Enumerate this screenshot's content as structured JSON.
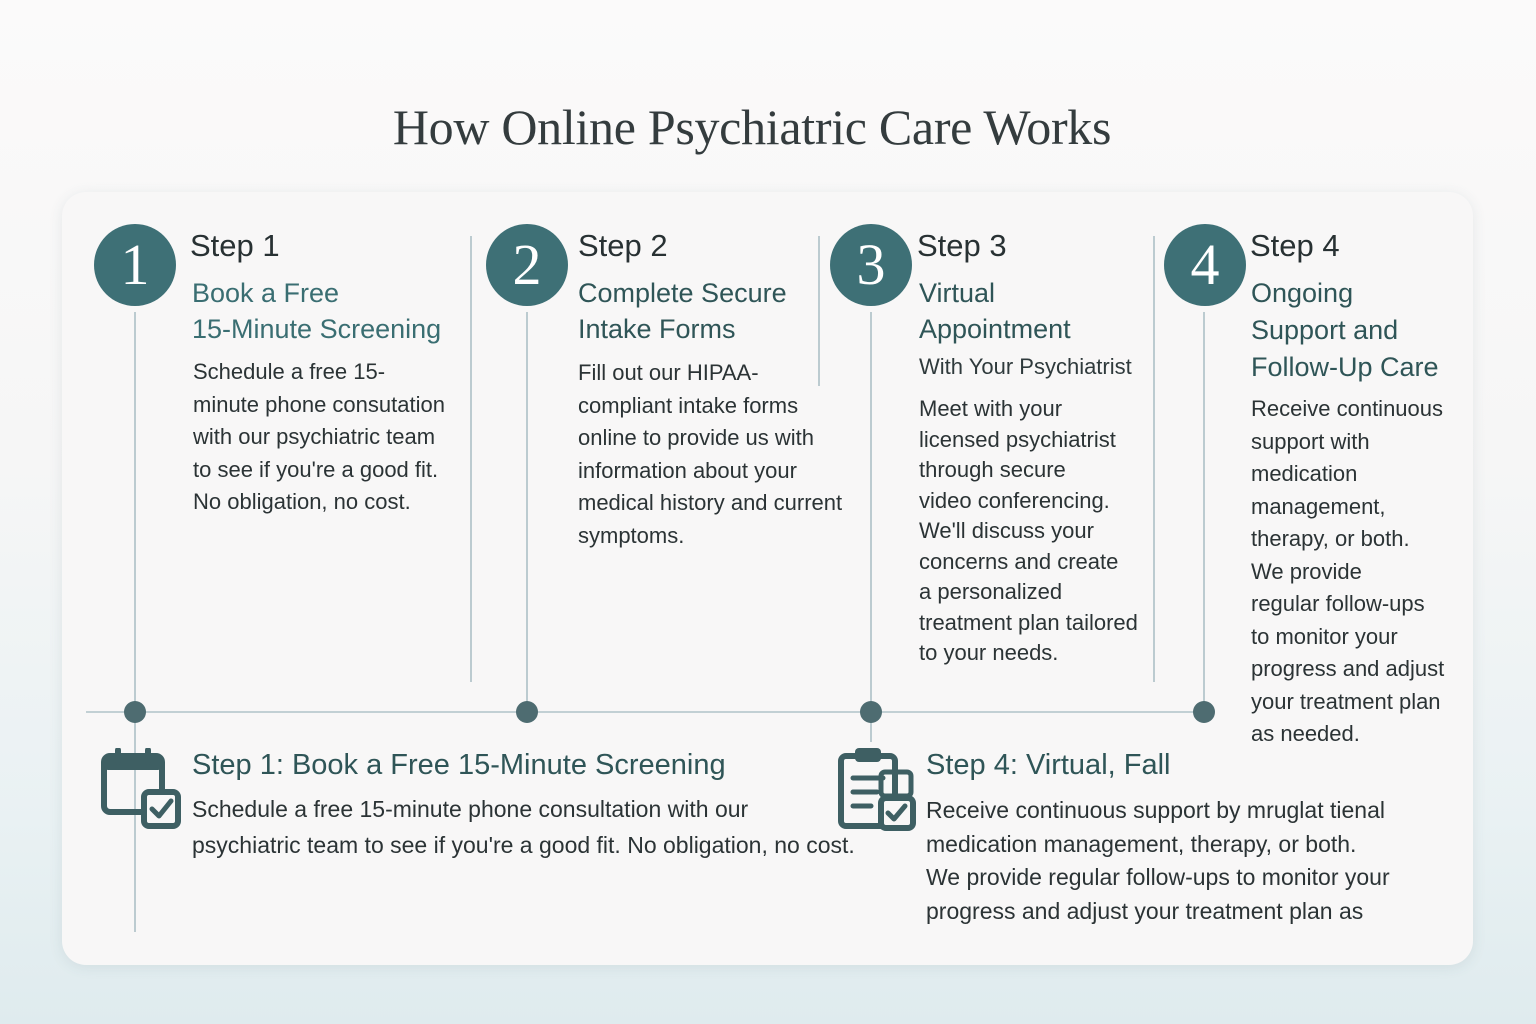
{
  "page": {
    "title": "How Online Psychiatric Care Works"
  },
  "steps": [
    {
      "number": "1",
      "label": "Step 1",
      "heading": "Book a Free\n15-Minute Screening",
      "subheading": "",
      "body": "Schedule a free 15-\nminute phone consutation\nwith our psychiatric team\nto see if you're a good fit.\nNo obligation, no cost."
    },
    {
      "number": "2",
      "label": "Step 2",
      "heading": "Complete Secure\nIntake Forms",
      "subheading": "",
      "body": "Fill out our HIPAA-\ncompliant intake forms\nonline to provide us with\ninformation about your\nmedical history and current\nsymptoms."
    },
    {
      "number": "3",
      "label": "Step 3",
      "heading": "Virtual\nAppointment",
      "subheading": "With Your Psychiatrist",
      "body": "Meet with your\nlicensed psychiatrist\nthrough secure\nvideo conferencing.\nWe'll discuss your\nconcerns and create\na personalized\ntreatment plan tailored\nto your needs."
    },
    {
      "number": "4",
      "label": "Step 4",
      "heading": "Ongoing\nSupport and\nFollow-Up Care",
      "subheading": "",
      "body": "Receive continuous\nsupport with\nmedication\nmanagement,\ntherapy, or both.\nWe provide\nregular follow-ups\nto monitor your\nprogress and adjust\nyour treatment plan\nas needed."
    }
  ],
  "summaries": [
    {
      "icon": "calendar-check-icon",
      "title": "Step 1: Book a Free 15-Minute Screening",
      "body": "Schedule a free 15-minute phone consultation with our\npsychiatric team to see if you're a good fit. No obligation, no cost."
    },
    {
      "icon": "clipboard-check-icon",
      "title": "Step 4: Virtual, Fall",
      "body": "Receive continuous support by mruglat tienal\nmedication management, therapy, or both.\nWe provide regular follow-ups to monitor your\nprogress and adjust your treatment plan as"
    }
  ],
  "colors": {
    "badge": "#3e7076",
    "heading": "#2f5557",
    "line": "#bccbd0",
    "dot": "#4e6c71",
    "icon": "#3e5f63",
    "card": "#f8f7f7"
  }
}
